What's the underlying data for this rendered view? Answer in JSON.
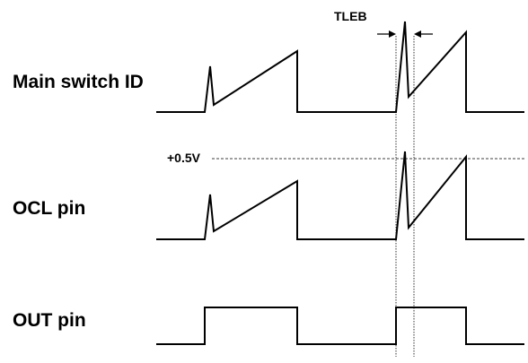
{
  "labels": {
    "main_switch_id": "Main switch ID",
    "ocl_pin": "OCL pin",
    "out_pin": "OUT pin",
    "tleb": "TLEB",
    "threshold": "+0.5V"
  },
  "colors": {
    "stroke": "#000000",
    "background": "#ffffff"
  }
}
